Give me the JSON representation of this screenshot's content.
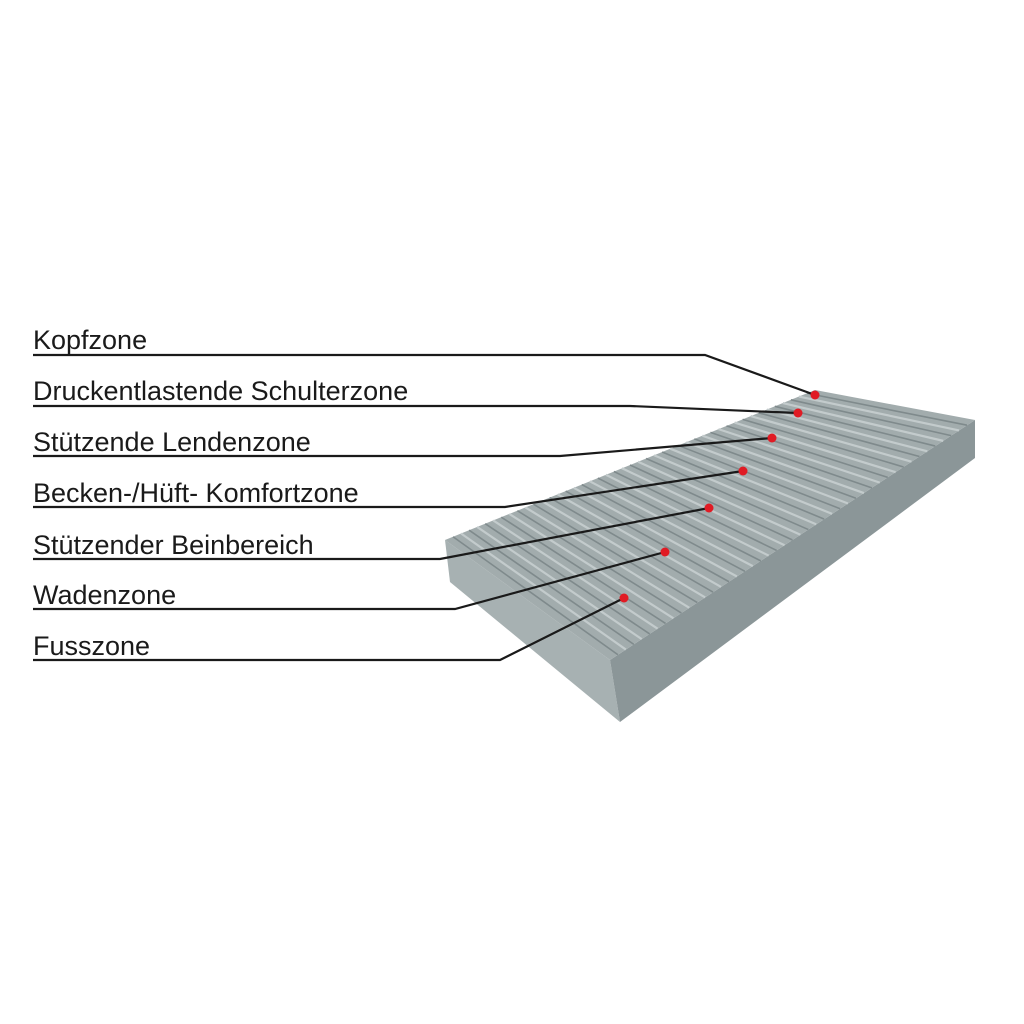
{
  "colors": {
    "dot": "#e01b24",
    "line": "#1a1a1a",
    "foam_top": "#9ea9aa",
    "foam_side": "#8a9597",
    "foam_front": "#a3adae"
  },
  "zones": [
    {
      "label": "Kopfzone"
    },
    {
      "label": "Druckentlastende Schulterzone"
    },
    {
      "label": "Stützende Lendenzone"
    },
    {
      "label": "Becken-/Hüft- Komfortzone"
    },
    {
      "label": "Stützender Beinbereich"
    },
    {
      "label": "Wadenzone"
    },
    {
      "label": "Fusszone"
    }
  ]
}
